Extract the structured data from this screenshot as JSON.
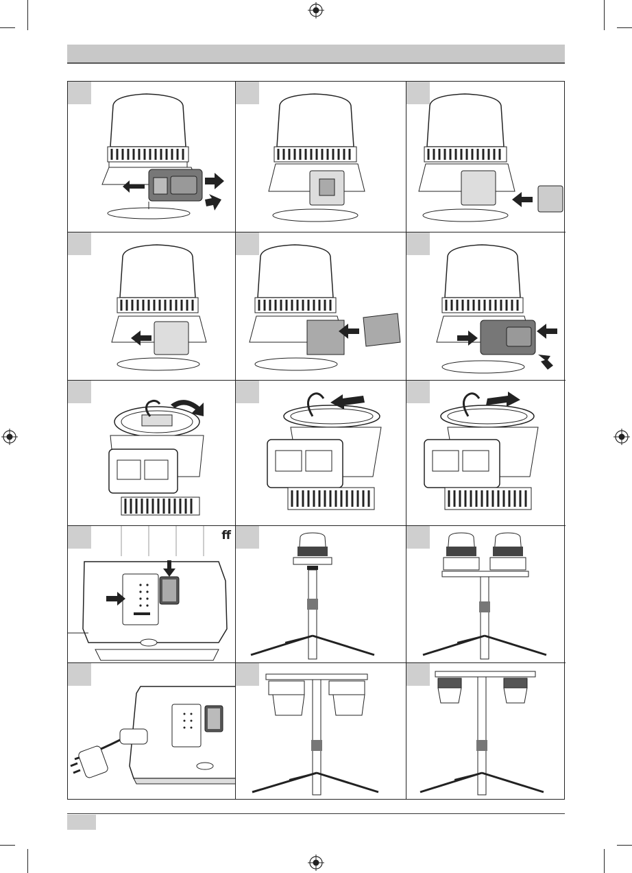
{
  "header": {
    "bar_color": "#c8c8c8"
  },
  "figures": [
    {
      "id": "fig-1",
      "scene": "remove-battery",
      "icon": "lamp-battery-icon"
    },
    {
      "id": "fig-2",
      "scene": "battery-slot",
      "icon": "lamp-battery-icon"
    },
    {
      "id": "fig-3",
      "scene": "insert-adapter",
      "icon": "lamp-adapter-icon"
    },
    {
      "id": "fig-4",
      "scene": "adapter-locked",
      "icon": "lamp-adapter-icon"
    },
    {
      "id": "fig-5",
      "scene": "insert-pack",
      "icon": "lamp-pack-icon"
    },
    {
      "id": "fig-6",
      "scene": "lock-pack",
      "icon": "lamp-pack-icon"
    },
    {
      "id": "fig-7",
      "scene": "hook-rotate",
      "icon": "hook-icon"
    },
    {
      "id": "fig-8",
      "scene": "hook-left",
      "icon": "hook-icon"
    },
    {
      "id": "fig-9",
      "scene": "hook-right",
      "icon": "hook-icon"
    },
    {
      "id": "fig-10",
      "scene": "switch-panel",
      "icon": "switch-icon",
      "label": "ff"
    },
    {
      "id": "fig-11",
      "scene": "single-tripod",
      "icon": "tripod-icon"
    },
    {
      "id": "fig-12",
      "scene": "double-tripod",
      "icon": "tripod-icon"
    },
    {
      "id": "fig-13",
      "scene": "mains-plug",
      "icon": "plug-icon"
    },
    {
      "id": "fig-14",
      "scene": "tripod-hanging-up",
      "icon": "tripod-icon"
    },
    {
      "id": "fig-15",
      "scene": "tripod-hanging-down",
      "icon": "tripod-icon"
    }
  ],
  "footer": {
    "box_color": "#cfcfcf"
  }
}
